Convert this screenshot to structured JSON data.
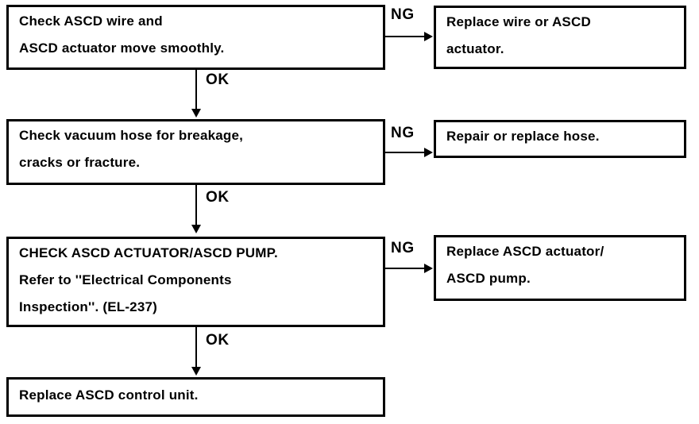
{
  "diagram": {
    "type": "flowchart",
    "labels": {
      "ok": "OK",
      "ng": "NG"
    },
    "steps": [
      {
        "check": {
          "lines": [
            "Check ASCD wire and",
            "ASCD actuator move smoothly."
          ]
        },
        "ng_action": {
          "lines": [
            "Replace wire or ASCD",
            "actuator."
          ]
        }
      },
      {
        "check": {
          "lines": [
            "Check vacuum hose for breakage,",
            "cracks or fracture."
          ]
        },
        "ng_action": {
          "lines": [
            "Repair or replace hose."
          ]
        }
      },
      {
        "check": {
          "lines": [
            "CHECK ASCD ACTUATOR/ASCD PUMP.",
            "Refer to ''Electrical Components",
            "Inspection''. (EL-237)"
          ]
        },
        "ng_action": {
          "lines": [
            "Replace ASCD actuator/",
            "ASCD pump."
          ]
        }
      }
    ],
    "final_action": {
      "lines": [
        "Replace ASCD control unit."
      ]
    },
    "colors": {
      "line": "#000000",
      "background": "#ffffff",
      "text": "#000000"
    }
  }
}
